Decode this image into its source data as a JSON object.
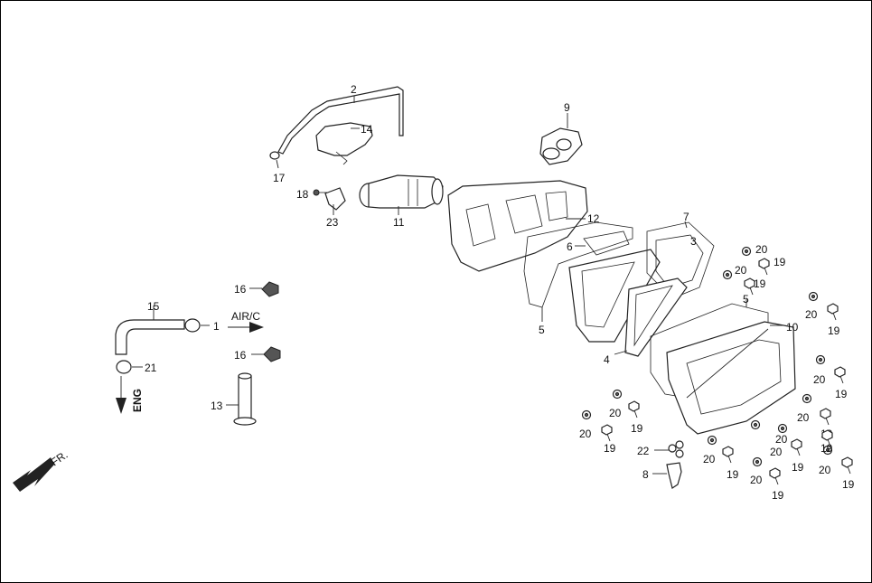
{
  "diagram": {
    "part_labels": {
      "p1": "1",
      "p2": "2",
      "p3": "3",
      "p4": "4",
      "p5a": "5",
      "p5b": "5",
      "p6": "6",
      "p7": "7",
      "p8": "8",
      "p9": "9",
      "p10": "10",
      "p11": "11",
      "p12": "12",
      "p13": "13",
      "p14": "14",
      "p15": "15",
      "p16a": "16",
      "p16b": "16",
      "p17": "17",
      "p18": "18",
      "p21": "21",
      "p22": "22",
      "p23": "23"
    },
    "washer_labels": [
      "20",
      "20",
      "20",
      "20",
      "20",
      "20",
      "20",
      "20",
      "20",
      "20",
      "20",
      "20"
    ],
    "bolt_labels": [
      "19",
      "19",
      "19",
      "19",
      "19",
      "19",
      "19",
      "19",
      "19",
      "19",
      "19",
      "19"
    ],
    "flow_labels": {
      "air_c": "AIR/C",
      "eng": "ENG",
      "front": "FR."
    }
  }
}
